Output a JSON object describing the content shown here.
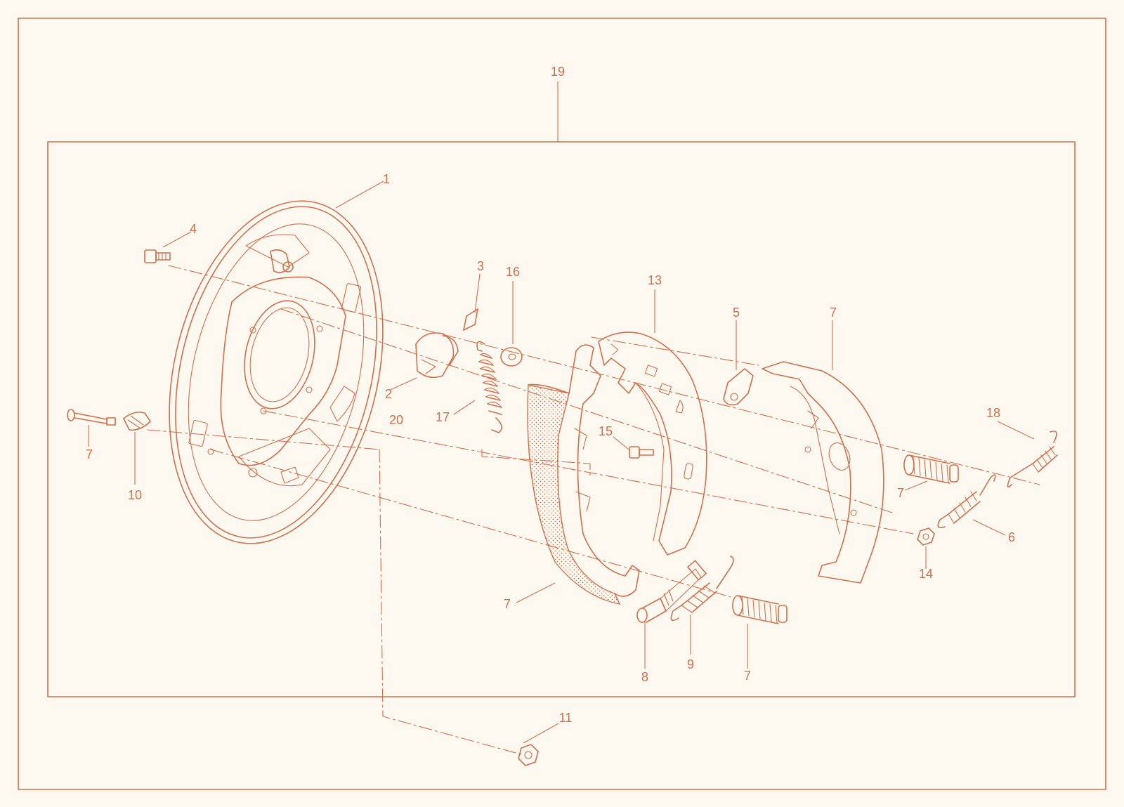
{
  "colors": {
    "ink": "#d1704a",
    "background": "#fdf9f1"
  },
  "labels": {
    "l1": "1",
    "l2": "2",
    "l3": "3",
    "l4": "4",
    "l5": "5",
    "l6": "6",
    "l7a": "7",
    "l7b": "7",
    "l7c": "7",
    "l7d": "7",
    "l7e": "7",
    "l8": "8",
    "l9": "9",
    "l10": "10",
    "l11": "11",
    "l13": "13",
    "l14": "14",
    "l15": "15",
    "l16": "16",
    "l17": "17",
    "l18": "18",
    "l19": "19",
    "l20": "20"
  }
}
